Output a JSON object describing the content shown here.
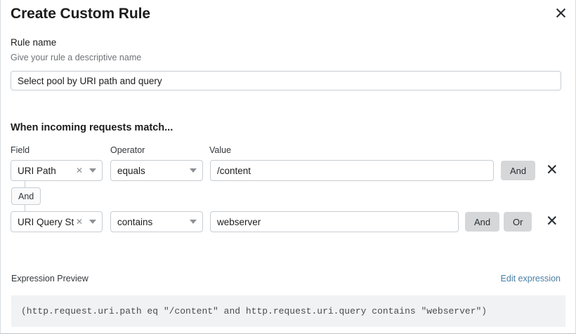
{
  "modal": {
    "title": "Create Custom Rule",
    "close_icon": "close-icon"
  },
  "rule_name": {
    "label": "Rule name",
    "help": "Give your rule a descriptive name",
    "value": "Select pool by URI path and query",
    "placeholder": "Rule name"
  },
  "match_section": {
    "heading": "When incoming requests match...",
    "columns": {
      "field": "Field",
      "operator": "Operator",
      "value": "Value"
    },
    "connector": {
      "label": "And"
    },
    "rows": [
      {
        "field": "URI Path",
        "field_clear_icon": "clear-icon",
        "field_caret_icon": "chevron-down-icon",
        "operator": "equals",
        "operator_caret_icon": "chevron-down-icon",
        "value": "/content",
        "and_label": "And",
        "or_label": "",
        "delete_icon": "close-icon"
      },
      {
        "field": "URI Query St...",
        "field_clear_icon": "clear-icon",
        "field_caret_icon": "chevron-down-icon",
        "operator": "contains",
        "operator_caret_icon": "chevron-down-icon",
        "value": "webserver",
        "and_label": "And",
        "or_label": "Or",
        "delete_icon": "close-icon"
      }
    ]
  },
  "expression_preview": {
    "label": "Expression Preview",
    "edit_link": "Edit expression",
    "code": "(http.request.uri.path eq \"/content\" and http.request.uri.query contains \"webserver\")"
  },
  "colors": {
    "text_primary": "#1d1d1d",
    "text_muted": "#6e7377",
    "border": "#c8cdd2",
    "button_grey": "#d5d7d9",
    "link_blue": "#4a7fa5",
    "code_bg": "#f1f2f3"
  }
}
